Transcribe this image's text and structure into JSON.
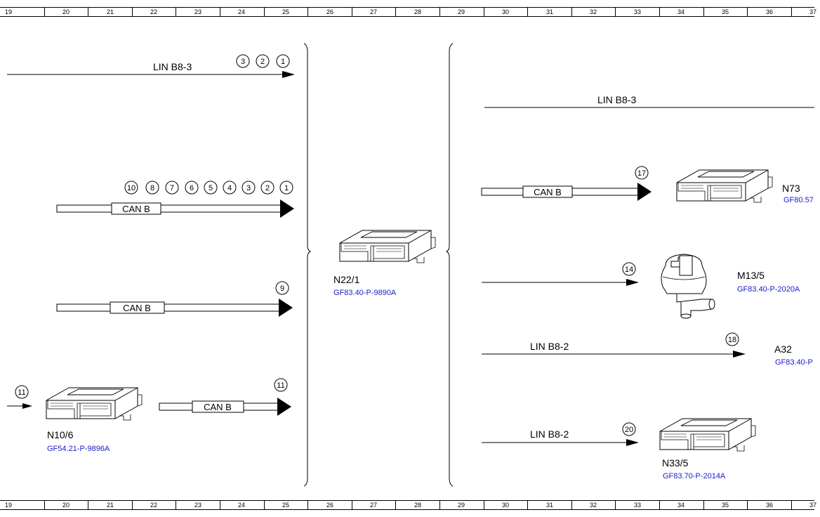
{
  "ruler": {
    "numbers": [
      "19",
      "20",
      "21",
      "22",
      "23",
      "24",
      "25",
      "26",
      "27",
      "28",
      "29",
      "30",
      "31",
      "32",
      "33",
      "34",
      "35",
      "36",
      "37"
    ]
  },
  "lines": {
    "lin_b8_3_left": "LIN B8-3",
    "lin_b8_3_right": "LIN B8-3",
    "lin_b8_2_upper": "LIN B8-2",
    "lin_b8_2_lower": "LIN B8-2"
  },
  "can_labels": {
    "left_1": "CAN B",
    "left_2": "CAN B",
    "left_3": "CAN B",
    "right_1": "CAN B"
  },
  "markers": {
    "lin_top_left": [
      "3",
      "2",
      "1"
    ],
    "can_left_1": [
      "10",
      "8",
      "7",
      "6",
      "5",
      "4",
      "3",
      "2",
      "1"
    ],
    "can_left_2": [
      "9"
    ],
    "n10_in": [
      "11"
    ],
    "can_left_3": [
      "11"
    ],
    "n73_in": [
      "17"
    ],
    "m13_in": [
      "14"
    ],
    "a32_in": [
      "18"
    ],
    "n33_in": [
      "20"
    ]
  },
  "components": {
    "n10_6": {
      "name": "N10/6",
      "ref": "GF54.21-P-9896A"
    },
    "n22_1": {
      "name": "N22/1",
      "ref": "GF83.40-P-9890A"
    },
    "n73": {
      "name": "N73",
      "ref": "GF80.57"
    },
    "m13_5": {
      "name": "M13/5",
      "ref": "GF83.40-P-2020A"
    },
    "a32": {
      "name": "A32",
      "ref": "GF83.40-P"
    },
    "n33_5": {
      "name": "N33/5",
      "ref": "GF83.70-P-2014A"
    }
  }
}
